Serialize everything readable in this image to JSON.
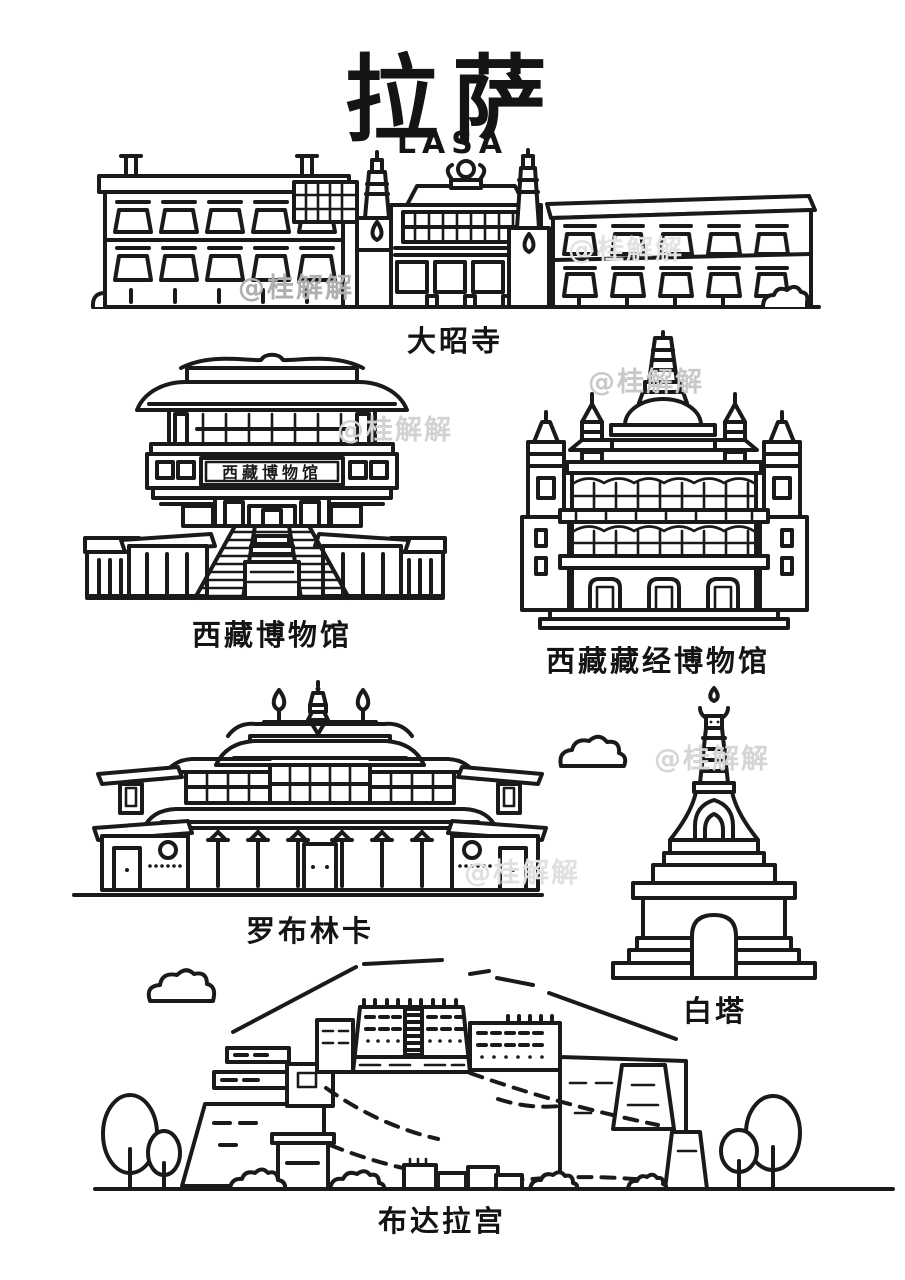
{
  "page": {
    "title": "拉萨",
    "subtitle": "LASA",
    "background": "#ffffff",
    "line_color": "#1a1a1a",
    "watermark_color": "#c8c8c8"
  },
  "watermark": {
    "text": "@桂解解"
  },
  "landmarks": [
    {
      "id": "jokhang-temple",
      "label": "大昭寺"
    },
    {
      "id": "tibet-museum",
      "label": "西藏博物馆",
      "sign_text": "西藏博物馆"
    },
    {
      "id": "tibet-scripture-museum",
      "label": "西藏藏经博物馆"
    },
    {
      "id": "norbulingka",
      "label": "罗布林卡"
    },
    {
      "id": "white-pagoda",
      "label": "白塔"
    },
    {
      "id": "potala-palace",
      "label": "布达拉宫"
    }
  ]
}
